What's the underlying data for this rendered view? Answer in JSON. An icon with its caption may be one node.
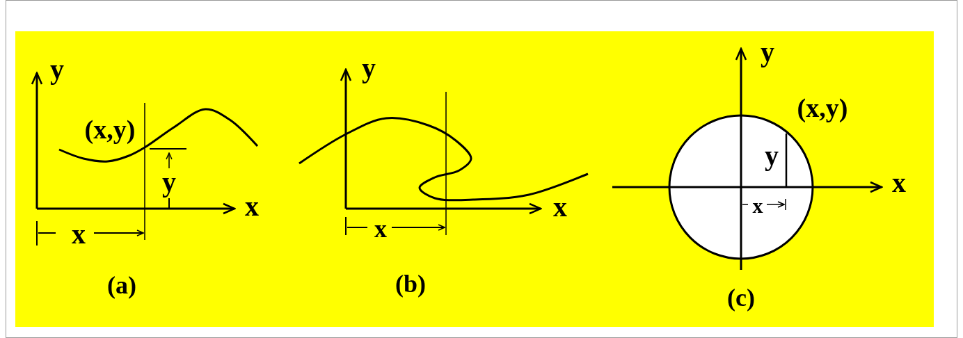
{
  "diagram": {
    "labels": [
      "y",
      "(x,y)",
      "y",
      "x",
      "x",
      "(a)",
      "y",
      "x",
      "x",
      "(b)",
      "y",
      "(x,y)",
      "y",
      "x",
      "x",
      "(c)"
    ]
  }
}
